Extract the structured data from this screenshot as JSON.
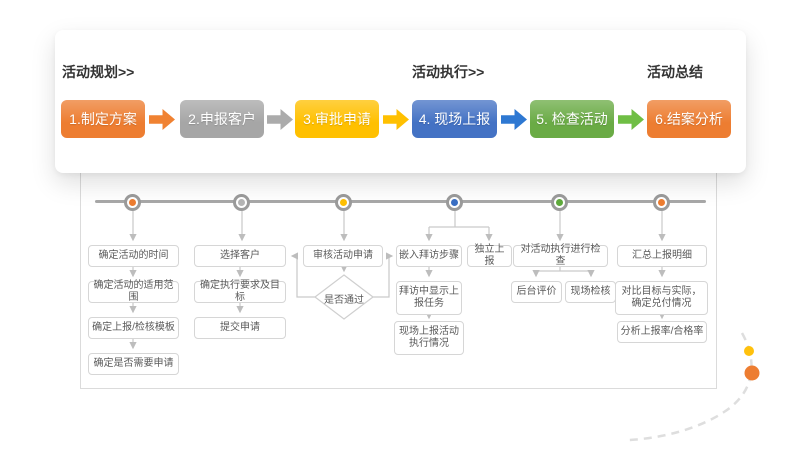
{
  "phases": [
    {
      "label": "活动规划>>"
    },
    {
      "label": "活动执行>>"
    },
    {
      "label": "活动总结"
    }
  ],
  "steps": [
    {
      "label": "1.制定方案",
      "color": "#ED7D31"
    },
    {
      "label": "2.申报客户",
      "color": "#A6A6A6"
    },
    {
      "label": "3.审批申请",
      "color": "#FFC000"
    },
    {
      "label": "4. 现场上报",
      "color": "#4472C4"
    },
    {
      "label": "5. 检查活动",
      "color": "#6AAB45"
    },
    {
      "label": "6.结案分析",
      "color": "#ED7D31"
    }
  ],
  "arrows": [
    {
      "color": "#F08232"
    },
    {
      "color": "#ABABAB"
    },
    {
      "color": "#FFC000"
    },
    {
      "color": "#2E78D2"
    },
    {
      "color": "#6FBE44"
    }
  ],
  "timeline": {
    "node_colors": [
      "#ED7D31",
      "#B5B5B5",
      "#FFC000",
      "#3A6FC4",
      "#5FAA3C",
      "#ED7D31"
    ]
  },
  "columns": [
    {
      "name": "制定方案",
      "boxes": [
        "确定活动的时间",
        "确定活动的适用范围",
        "确定上报/检核模板",
        "确定是否需要申请"
      ]
    },
    {
      "name": "申报客户",
      "boxes": [
        "选择客户",
        "确定执行要求及目标",
        "提交申请"
      ]
    },
    {
      "name": "审批申请",
      "boxes": [
        "审核活动申请"
      ],
      "decision": "是否通过"
    },
    {
      "name": "现场上报",
      "boxes": [
        "嵌入拜访步骤",
        "独立上报",
        "拜访中显示上报任务",
        "现场上报活动执行情况"
      ]
    },
    {
      "name": "检查活动",
      "boxes": [
        "对活动执行进行检查",
        "后台评价",
        "现场检核"
      ]
    },
    {
      "name": "结案分析",
      "boxes": [
        "汇总上报明细",
        "对比目标与实际，确定兑付情况",
        "分析上报率/合格率"
      ]
    }
  ],
  "decor": {
    "dot_small_color": "#FFC10D",
    "dot_large_color": "#ED7D31"
  }
}
